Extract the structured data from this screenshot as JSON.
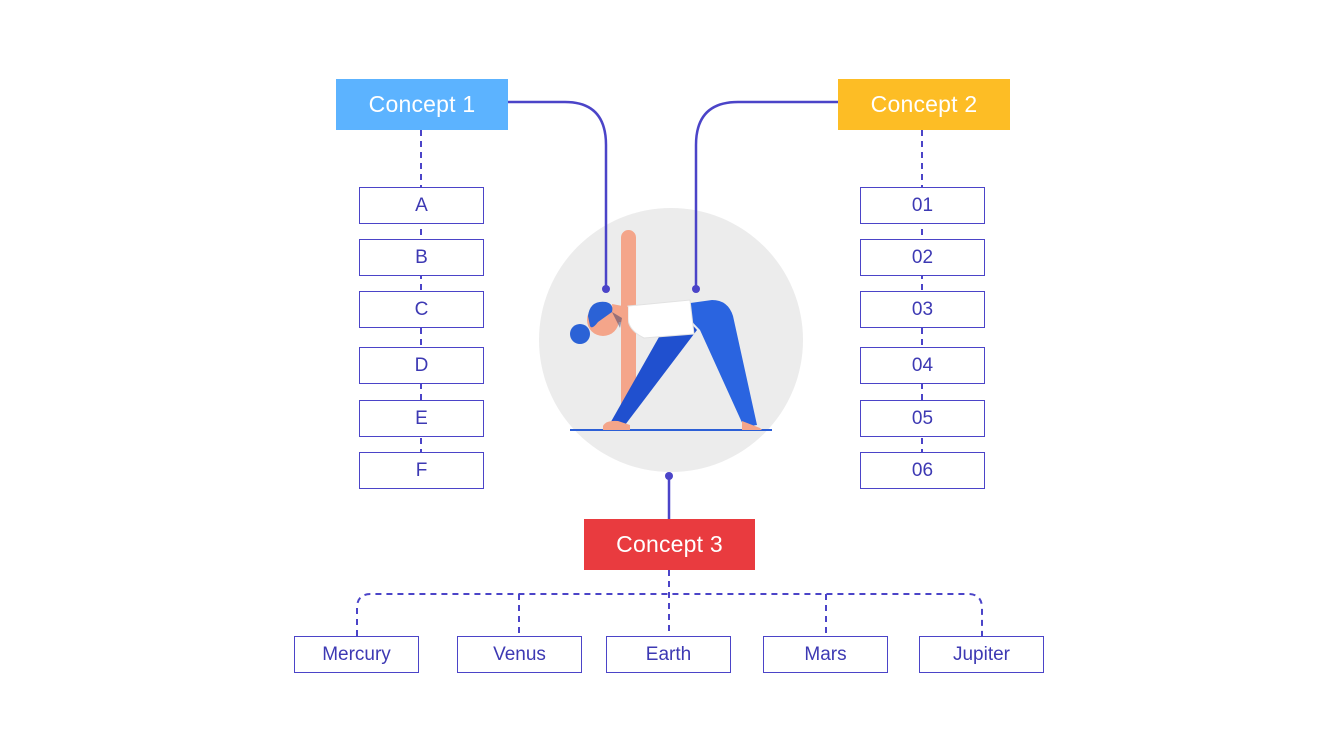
{
  "colors": {
    "concept1": "#5cb3ff",
    "concept2": "#fdbd25",
    "concept3": "#e93b3f",
    "line": "#4b44c8",
    "circle": "#ececec"
  },
  "concept1": {
    "label": "Concept 1",
    "items": [
      "A",
      "B",
      "C",
      "D",
      "E",
      "F"
    ]
  },
  "concept2": {
    "label": "Concept 2",
    "items": [
      "01",
      "02",
      "03",
      "04",
      "05",
      "06"
    ]
  },
  "concept3": {
    "label": "Concept 3",
    "items": [
      "Mercury",
      "Venus",
      "Earth",
      "Mars",
      "Jupiter"
    ]
  },
  "illustration": {
    "icon": "yoga-triangle-pose-icon"
  }
}
